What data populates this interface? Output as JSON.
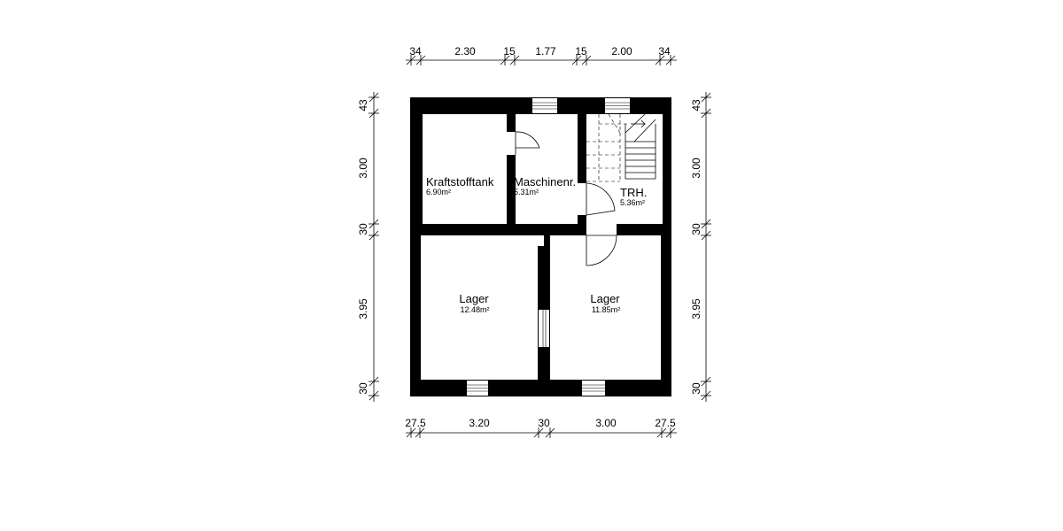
{
  "dimensions": {
    "top": [
      "34",
      "2.30",
      "15",
      "1.77",
      "15",
      "2.00",
      "34"
    ],
    "bottom": [
      "27.5",
      "3.20",
      "30",
      "3.00",
      "27.5"
    ],
    "left": [
      "43",
      "3.00",
      "30",
      "3.95",
      "30"
    ],
    "right": [
      "43",
      "3.00",
      "30",
      "3.95",
      "30"
    ]
  },
  "rooms": {
    "kraftstofftank": {
      "name": "Kraftstofftank",
      "area": "6.90m²"
    },
    "maschinenraum": {
      "name": "Maschinenr.",
      "area": "5.31m²"
    },
    "treppenhaus": {
      "name": "TRH.",
      "area": "5.36m²"
    },
    "lager_left": {
      "name": "Lager",
      "area": "12.48m²"
    },
    "lager_right": {
      "name": "Lager",
      "area": "11.85m²"
    }
  }
}
